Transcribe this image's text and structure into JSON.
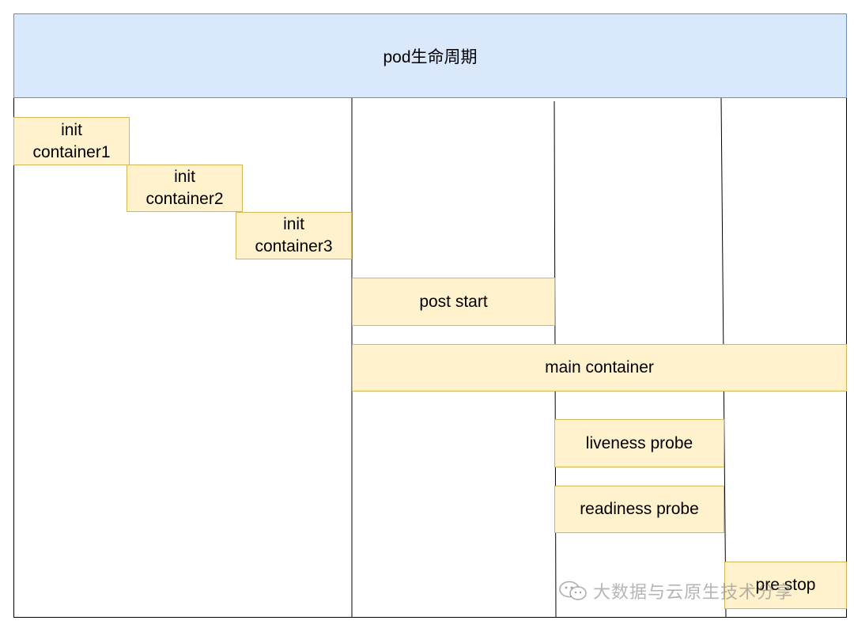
{
  "title": "pod生命周期",
  "stages": {
    "init1": {
      "line1": "init",
      "line2": "container1"
    },
    "init2": {
      "line1": "init",
      "line2": "container2"
    },
    "init3": {
      "line1": "init",
      "line2": "container3"
    },
    "post_start": "post start",
    "main_container": "main container",
    "liveness_probe": "liveness probe",
    "readiness_probe": "readiness probe",
    "pre_stop": "pre stop"
  },
  "watermark": {
    "text": "大数据与云原生技术分享",
    "icon": "wechat-icon"
  },
  "colors": {
    "header_fill": "#dae8fc",
    "header_stroke": "#6c8ebf",
    "box_fill": "#fff2cc",
    "box_stroke": "#d6b656"
  }
}
